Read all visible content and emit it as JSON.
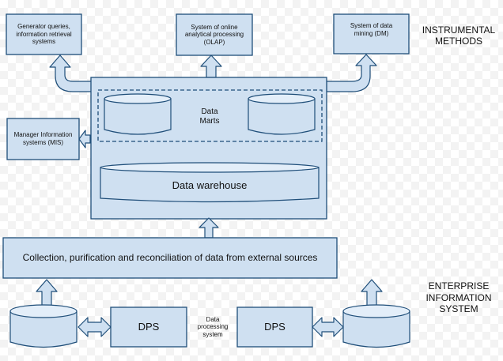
{
  "colors": {
    "box_fill": "#cfe0f1",
    "box_stroke": "#1f4e79",
    "cylinder_top": "#e3eef9",
    "text": "#111111"
  },
  "sections": {
    "instrumental": "INSTRUMENTAL\nMETHODS",
    "enterprise": "ENTERPRISE\nINFORMATION\nSYSTEM"
  },
  "tools": {
    "generator": "Generator queries, information retrieval systems",
    "olap": "System of online analytical processing (OLAP)",
    "dm": "System of data mining (DM)",
    "mis": "Manager Information systems (MIS)"
  },
  "warehouse": {
    "data_marts": "Data\nMarts",
    "data_warehouse": "Data warehouse"
  },
  "collection": {
    "label": "Collection, purification and reconciliation of data from external sources"
  },
  "sources": {
    "dps_left": "DPS",
    "dps_right": "DPS",
    "dps_caption": "Data\nprocessing\nsystem"
  }
}
